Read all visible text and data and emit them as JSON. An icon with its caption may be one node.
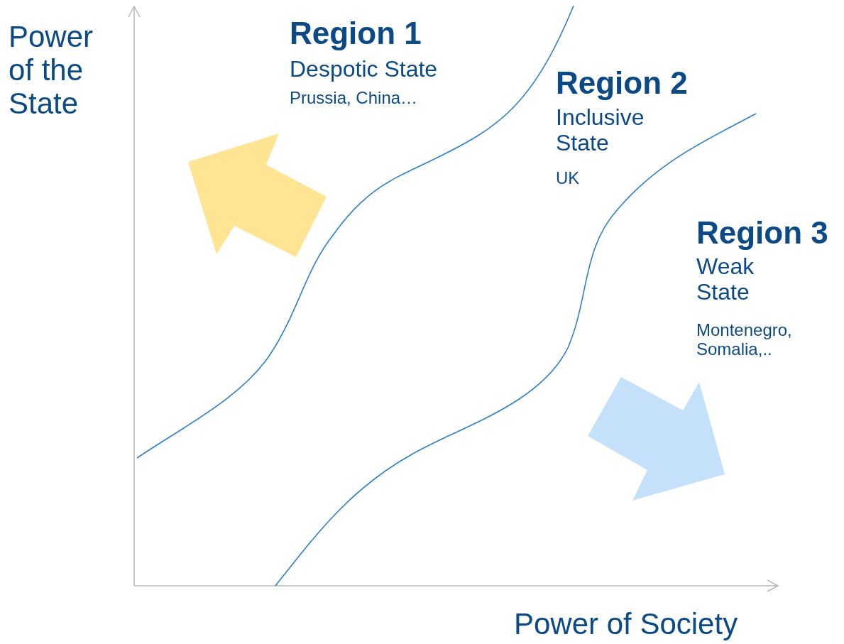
{
  "diagram": {
    "labels": [
      "Power of the State",
      "Region 1",
      "Despotic State",
      "Prussia, China…",
      "Region 2",
      "Inclusive State",
      "UK",
      "Region 3",
      "Weak State",
      "Montenegro, Somalia,..",
      "Power of Society"
    ]
  }
}
